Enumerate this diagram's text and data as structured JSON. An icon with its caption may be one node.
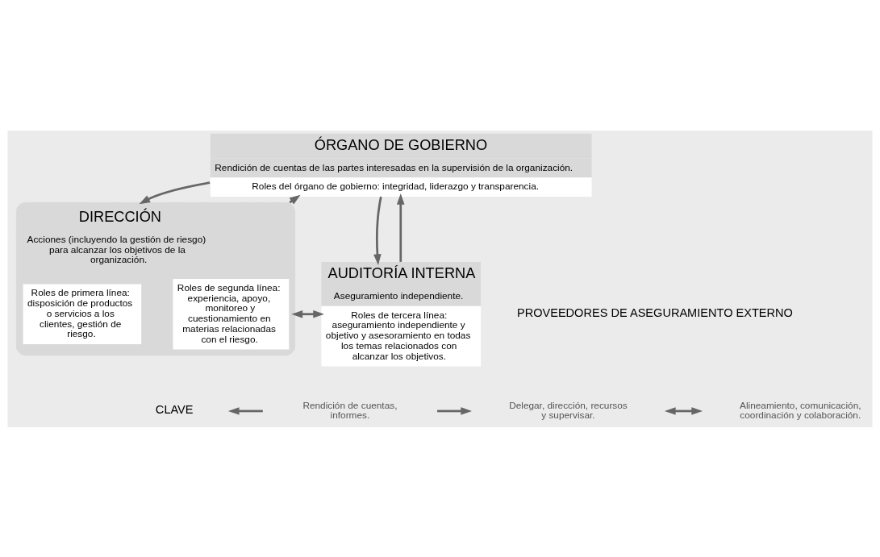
{
  "diagram": {
    "nodes": [
      {
        "text": [
          "ÓRGANO DE GOBIERNO",
          "Rendición de cuentas de las partes interesadas en la supervisión de la organización.",
          "Roles del órgano de gobierno: integridad, liderazgo y transparencia."
        ]
      },
      {
        "text": [
          "DIRECCIÓN",
          "Acciones (incluyendo la gestión de riesgo) para alcanzar los objetivos de la organización."
        ]
      },
      {
        "text": [
          "Roles de primera línea: disposición de productos o servicios a los clientes, gestión de riesgo."
        ],
        "in": 1
      },
      {
        "text": [
          "Roles de segunda línea: experiencia, apoyo, monitoreo y cuestionamiento en materias relacionadas con el riesgo."
        ],
        "in": 1
      },
      {
        "text": [
          "AUDITORÍA INTERNA",
          "Aseguramiento independiente.",
          "Roles de tercera línea: aseguramiento independiente y objetivo y asesoramiento en todas los temas relacionados con alcanzar los objetivos."
        ]
      }
    ],
    "edges": [
      {
        "from": 0,
        "to": 1,
        "arrow": "to"
      },
      {
        "from": 1,
        "to": 0,
        "arrow": "to"
      },
      {
        "from": 0,
        "to": 4,
        "arrow": "to"
      },
      {
        "from": 4,
        "to": 0,
        "arrow": "to"
      },
      {
        "from": 1,
        "to": 4,
        "arrow": "both"
      }
    ],
    "labels": [
      "PROVEEDORES DE ASEGURAMIENTO EXTERNO",
      "CLAVE"
    ],
    "legend": [
      {
        "text": "Rendición de cuentas, informes."
      },
      {
        "text": "Delegar, dirección, recursos y supervisar."
      },
      {
        "text": "Alineamiento, comunicación, coordinación y colaboración."
      }
    ]
  }
}
